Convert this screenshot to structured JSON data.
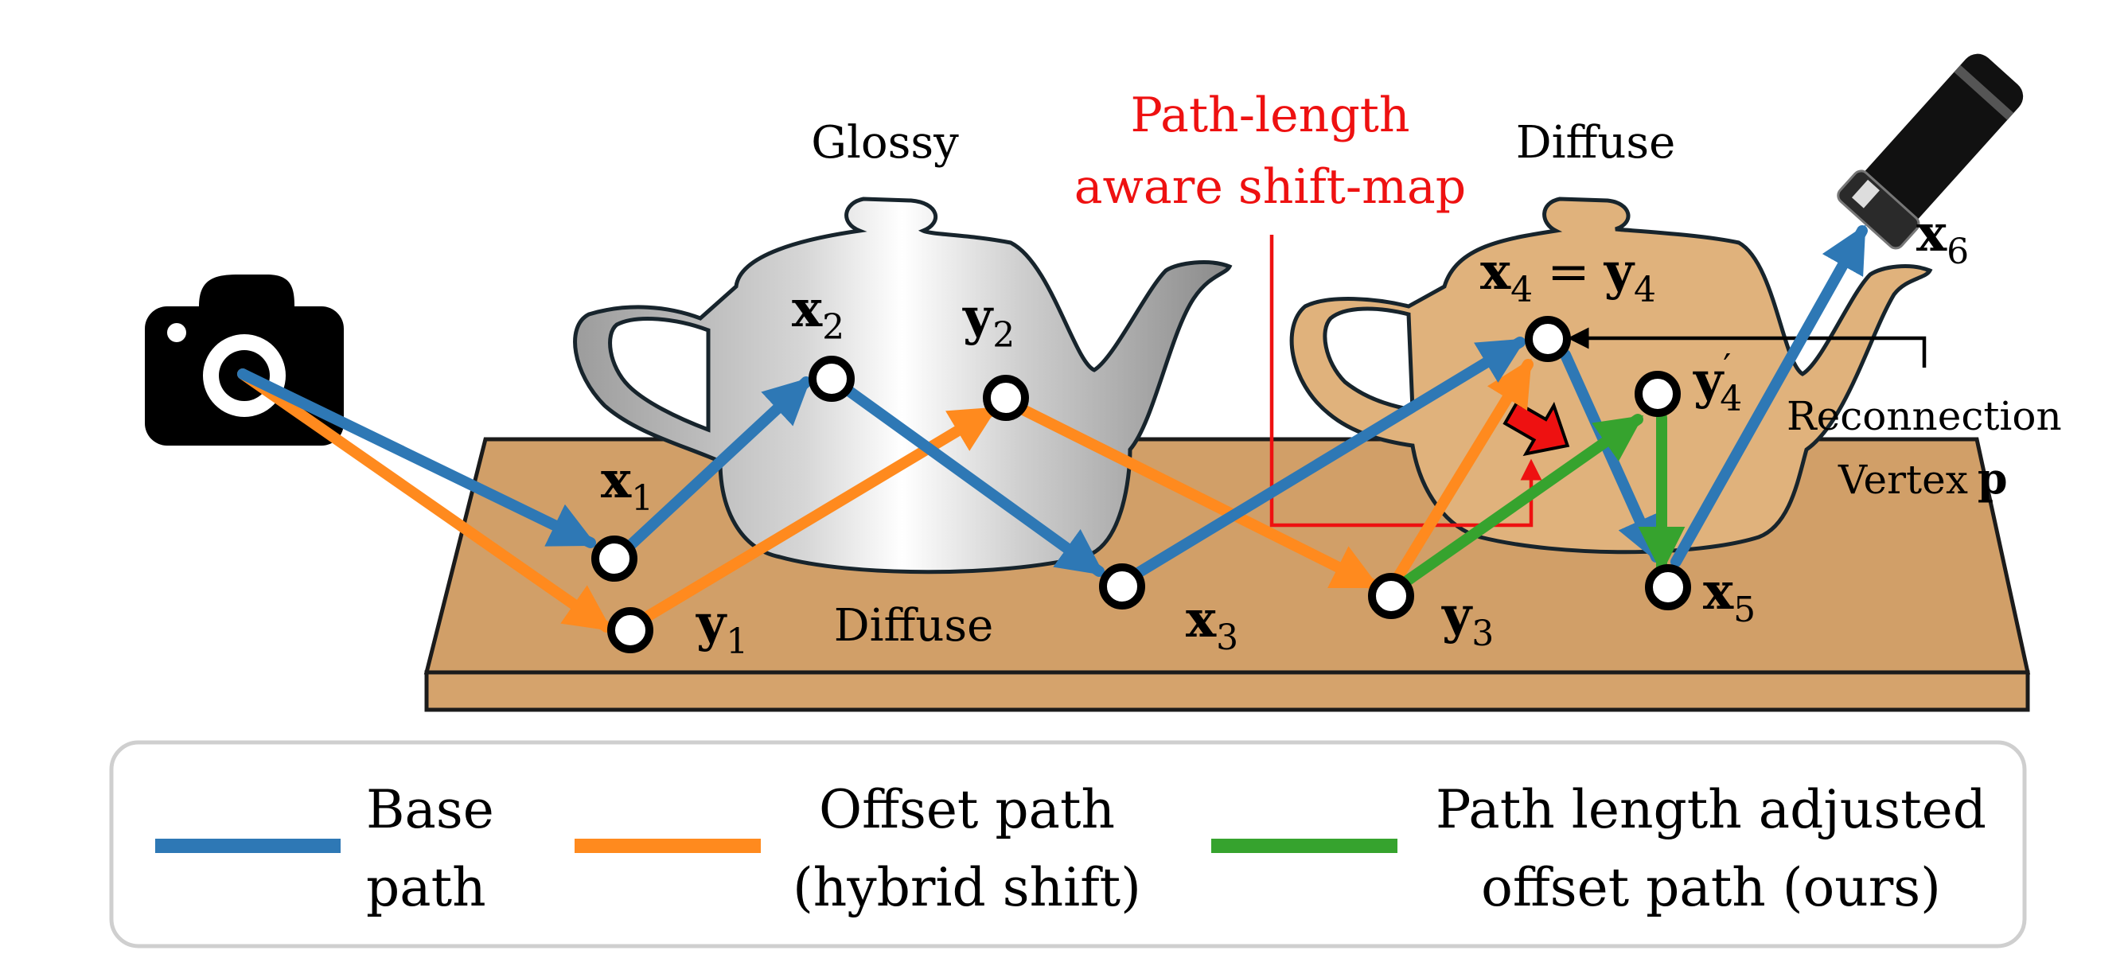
{
  "labels": {
    "glossy": "Glossy",
    "diffuse_top": "Diffuse",
    "diffuse_floor": "Diffuse",
    "shiftmap_line1": "Path-length",
    "shiftmap_line2": "aware shift-map",
    "reconnection_line1": "Reconnection",
    "reconnection_line2": "Vertex",
    "reconnection_p": "p"
  },
  "vertices": {
    "x1": {
      "base": "x",
      "sub": "1"
    },
    "x2": {
      "base": "x",
      "sub": "2"
    },
    "x3": {
      "base": "x",
      "sub": "3"
    },
    "x4y4": {
      "left": "x",
      "lsub": "4",
      "eq": "=",
      "right": "y",
      "rsub": "4"
    },
    "x5": {
      "base": "x",
      "sub": "5"
    },
    "x6": {
      "base": "x",
      "sub": "6"
    },
    "y1": {
      "base": "y",
      "sub": "1"
    },
    "y2": {
      "base": "y",
      "sub": "2"
    },
    "y3": {
      "base": "y",
      "sub": "3"
    },
    "y4p": {
      "base": "y",
      "sub": "4",
      "prime": "′"
    }
  },
  "legend": {
    "items": [
      {
        "line1": "Base",
        "line2": "path",
        "color": "#2E78B5"
      },
      {
        "line1": "Offset path",
        "line2": "(hybrid shift)",
        "color": "#FF8A1E"
      },
      {
        "line1": "Path length adjusted",
        "line2": "offset path (ours)",
        "color": "#36A32E"
      }
    ]
  },
  "colors": {
    "base_path": "#2E78B5",
    "offset_path": "#FF8A1E",
    "adjusted_path": "#36A32E",
    "annotation": "#EE1111",
    "floor": "#D19F68",
    "diffuse_teapot": "#E0B27C"
  }
}
